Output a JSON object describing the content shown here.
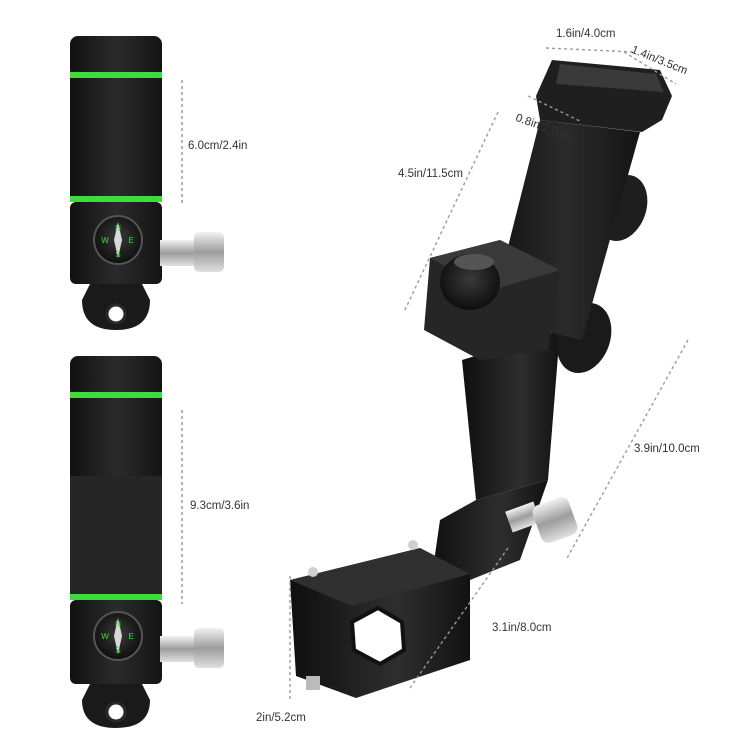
{
  "colors": {
    "accent_green": "#3ddc3a",
    "body_black": "#1c1c1c",
    "dim_line": "#9a9a9a",
    "label": "#333333",
    "background": "#ffffff"
  },
  "dimensions": {
    "top_left_height": "6.0cm/2.4in",
    "bottom_left_height": "9.3cm/3.6in",
    "clamp_width": "1.6in/4.0cm",
    "clamp_depth": "1.4in/3.5cm",
    "clamp_inner": "0.8in/2.0cm",
    "holder_length": "4.5in/11.5cm",
    "arm_length": "3.9in/10.0cm",
    "base_length": "3.1in/8.0cm",
    "base_height": "2in/5.2cm"
  },
  "compass": {
    "n": "N",
    "s": "S",
    "e": "E",
    "w": "W"
  }
}
